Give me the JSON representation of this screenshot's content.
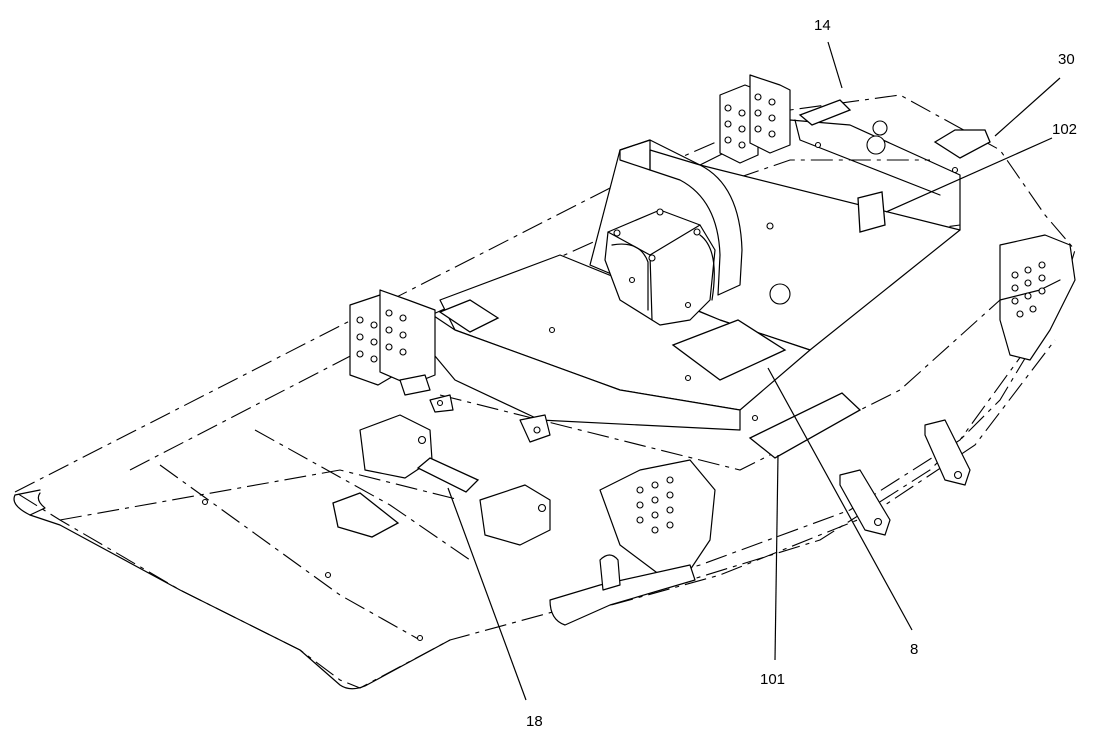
{
  "callouts": [
    {
      "id": "c14",
      "label": "14"
    },
    {
      "id": "c30",
      "label": "30"
    },
    {
      "id": "c102",
      "label": "102"
    },
    {
      "id": "c8",
      "label": "8"
    },
    {
      "id": "c101",
      "label": "101"
    },
    {
      "id": "c18",
      "label": "18"
    }
  ]
}
